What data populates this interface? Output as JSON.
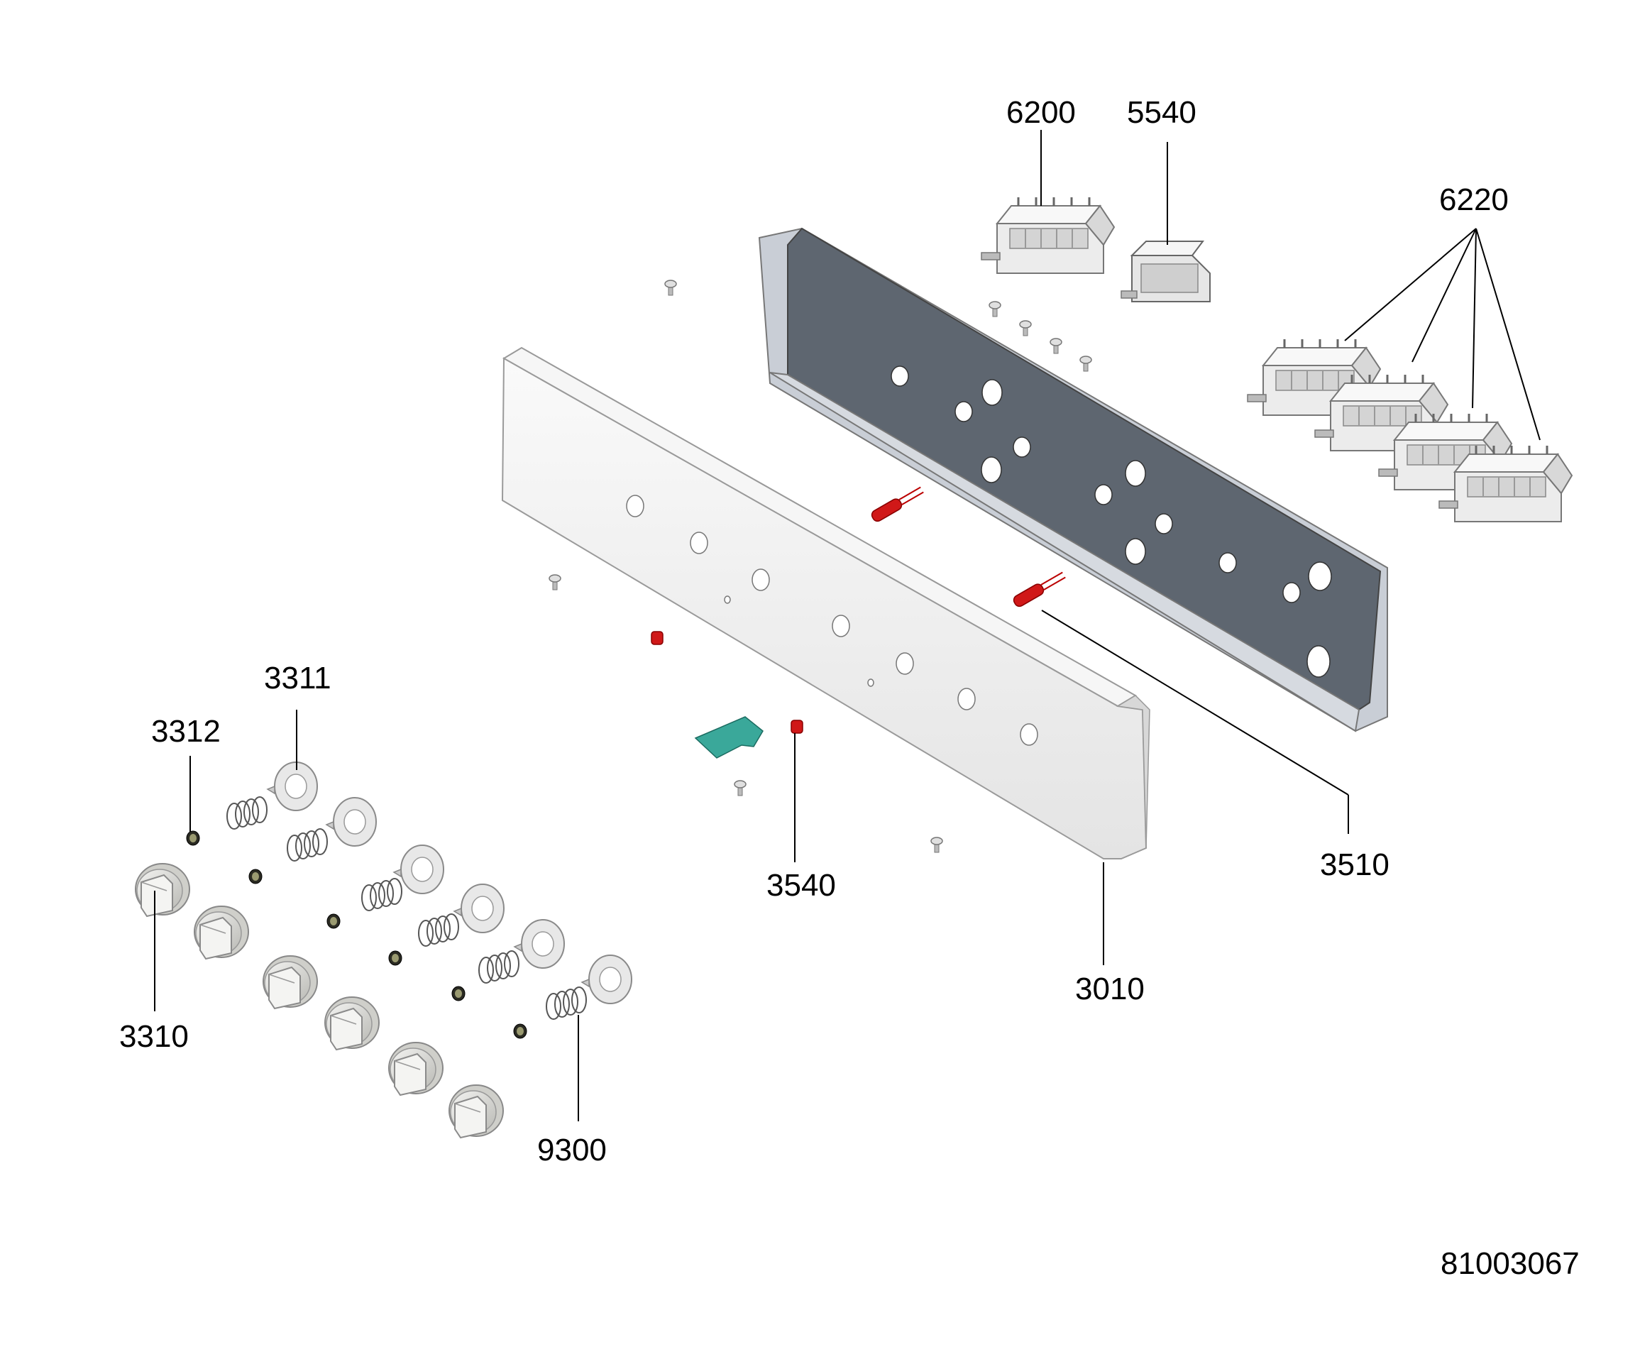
{
  "labels": {
    "p6200": "6200",
    "p5540": "5540",
    "p6220": "6220",
    "p3311": "3311",
    "p3312": "3312",
    "p3540": "3540",
    "p3510": "3510",
    "p3010": "3010",
    "p3310": "3310",
    "p9300": "9300"
  },
  "drawing_number": "81003067",
  "colors": {
    "back_panel": "#5e6670",
    "back_panel_frame": "#c9ced6",
    "front_panel": "#eeeeee",
    "indicator_lamp": "#d01818",
    "bracket": "#3aa89a",
    "knob": "#e8e8e6"
  }
}
